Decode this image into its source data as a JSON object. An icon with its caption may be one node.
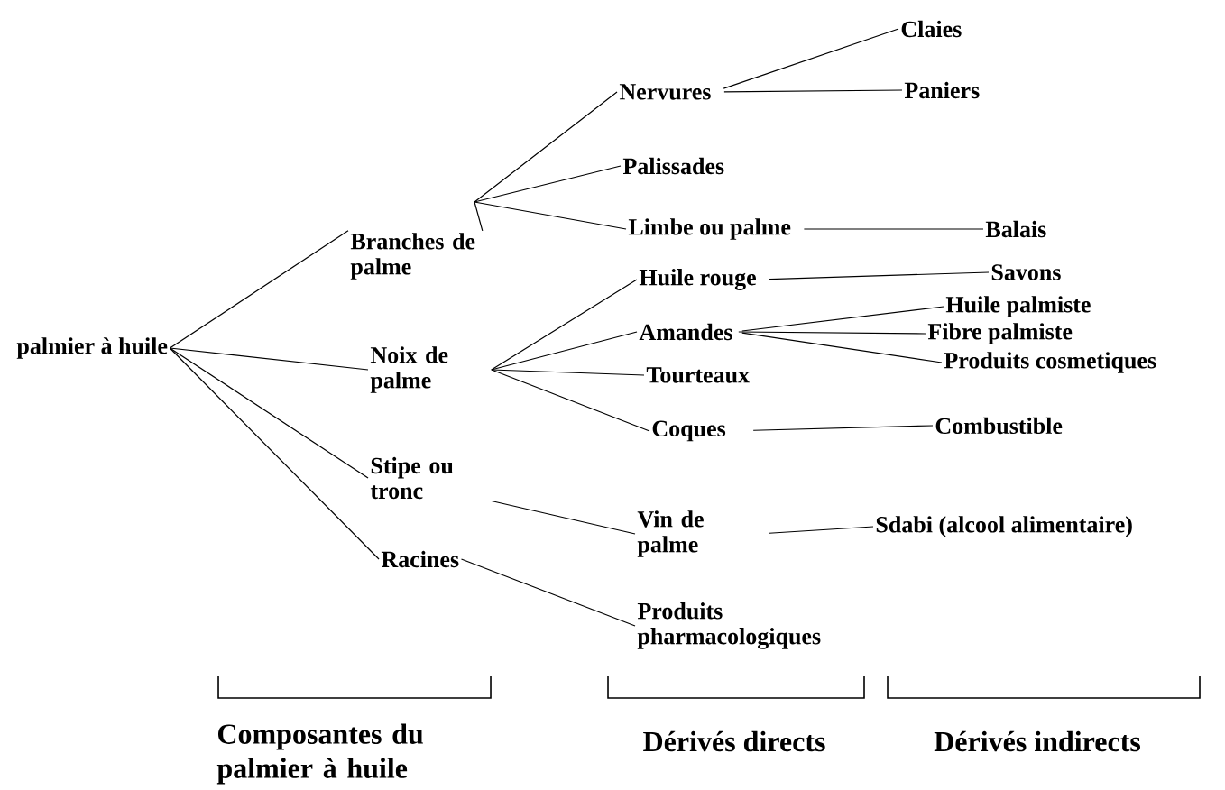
{
  "diagram": {
    "nodes": [
      {
        "text": [
          "palmier à huile"
        ]
      },
      {
        "text": [
          "Branches de palme"
        ]
      },
      {
        "text": [
          "Noix de palme"
        ]
      },
      {
        "text": [
          "Stipe ou tronc"
        ]
      },
      {
        "text": [
          "Racines"
        ]
      },
      {
        "text": [
          "Nervures"
        ]
      },
      {
        "text": [
          "Palissades"
        ]
      },
      {
        "text": [
          "Limbe ou palme"
        ]
      },
      {
        "text": [
          "Huile rouge"
        ]
      },
      {
        "text": [
          "Amandes"
        ]
      },
      {
        "text": [
          "Tourteaux"
        ]
      },
      {
        "text": [
          "Coques"
        ]
      },
      {
        "text": [
          "Vin de palme"
        ]
      },
      {
        "text": [
          "Produits pharmacologiques"
        ]
      },
      {
        "text": [
          "Claies"
        ]
      },
      {
        "text": [
          "Paniers"
        ]
      },
      {
        "text": [
          "Balais"
        ]
      },
      {
        "text": [
          "Savons"
        ]
      },
      {
        "text": [
          "Huile palmiste"
        ]
      },
      {
        "text": [
          "Fibre palmiste"
        ]
      },
      {
        "text": [
          "Produits cosmetiques"
        ]
      },
      {
        "text": [
          "Combustible"
        ]
      },
      {
        "text": [
          "Sdabi (alcool alimentaire)"
        ]
      }
    ],
    "edges": [
      {
        "from": 0,
        "to": 1,
        "arrow": "none"
      },
      {
        "from": 0,
        "to": 2,
        "arrow": "none"
      },
      {
        "from": 0,
        "to": 3,
        "arrow": "none"
      },
      {
        "from": 0,
        "to": 4,
        "arrow": "none"
      },
      {
        "from": 1,
        "to": 5,
        "arrow": "none"
      },
      {
        "from": 1,
        "to": 6,
        "arrow": "none"
      },
      {
        "from": 1,
        "to": 7,
        "arrow": "none"
      },
      {
        "from": 2,
        "to": 8,
        "arrow": "none"
      },
      {
        "from": 2,
        "to": 9,
        "arrow": "none"
      },
      {
        "from": 2,
        "to": 10,
        "arrow": "none"
      },
      {
        "from": 2,
        "to": 11,
        "arrow": "none"
      },
      {
        "from": 3,
        "to": 12,
        "arrow": "none"
      },
      {
        "from": 4,
        "to": 13,
        "arrow": "none"
      },
      {
        "from": 5,
        "to": 14,
        "arrow": "none"
      },
      {
        "from": 5,
        "to": 15,
        "arrow": "none"
      },
      {
        "from": 7,
        "to": 16,
        "arrow": "none"
      },
      {
        "from": 8,
        "to": 17,
        "arrow": "none"
      },
      {
        "from": 9,
        "to": 18,
        "arrow": "none"
      },
      {
        "from": 9,
        "to": 19,
        "arrow": "none"
      },
      {
        "from": 9,
        "to": 20,
        "arrow": "none"
      },
      {
        "from": 11,
        "to": 21,
        "arrow": "none"
      },
      {
        "from": 12,
        "to": 22,
        "arrow": "none"
      }
    ],
    "labels": [
      "Composantes du palmier à huile",
      "Dérivés directs",
      "Dérivés indirects"
    ]
  }
}
